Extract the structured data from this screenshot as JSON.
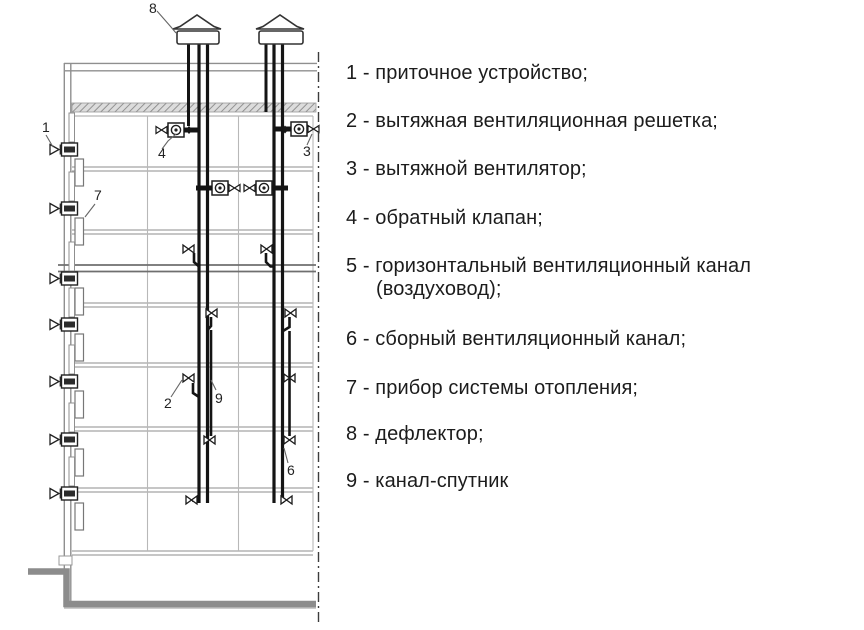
{
  "colors": {
    "bg": "#ffffff",
    "ink": "#161616",
    "line_gray": "#9c9c9c",
    "ground_gray": "#8c8c8c",
    "text_ink": "#1c1c1c"
  },
  "diagram": {
    "callouts": {
      "n1": "1",
      "n2": "2",
      "n3": "3",
      "n4": "4",
      "n6": "6",
      "n7": "7",
      "n8": "8",
      "n9": "9"
    }
  },
  "legend": {
    "items": [
      {
        "label": "1 - приточное устройство;"
      },
      {
        "label": "2 - вытяжная вентиляционная решетка;"
      },
      {
        "label": "3 - вытяжной вентилятор;"
      },
      {
        "label": "4 - обратный клапан;"
      },
      {
        "label": "5 - горизонтальный вентиляционный канал",
        "label2": "(воздуховод);"
      },
      {
        "label": "6 - сборный вентиляционный канал;"
      },
      {
        "label": "7 - прибор системы отопления;"
      },
      {
        "label": "8 - дефлектор;"
      },
      {
        "label": "9 - канал-спутник"
      }
    ]
  }
}
